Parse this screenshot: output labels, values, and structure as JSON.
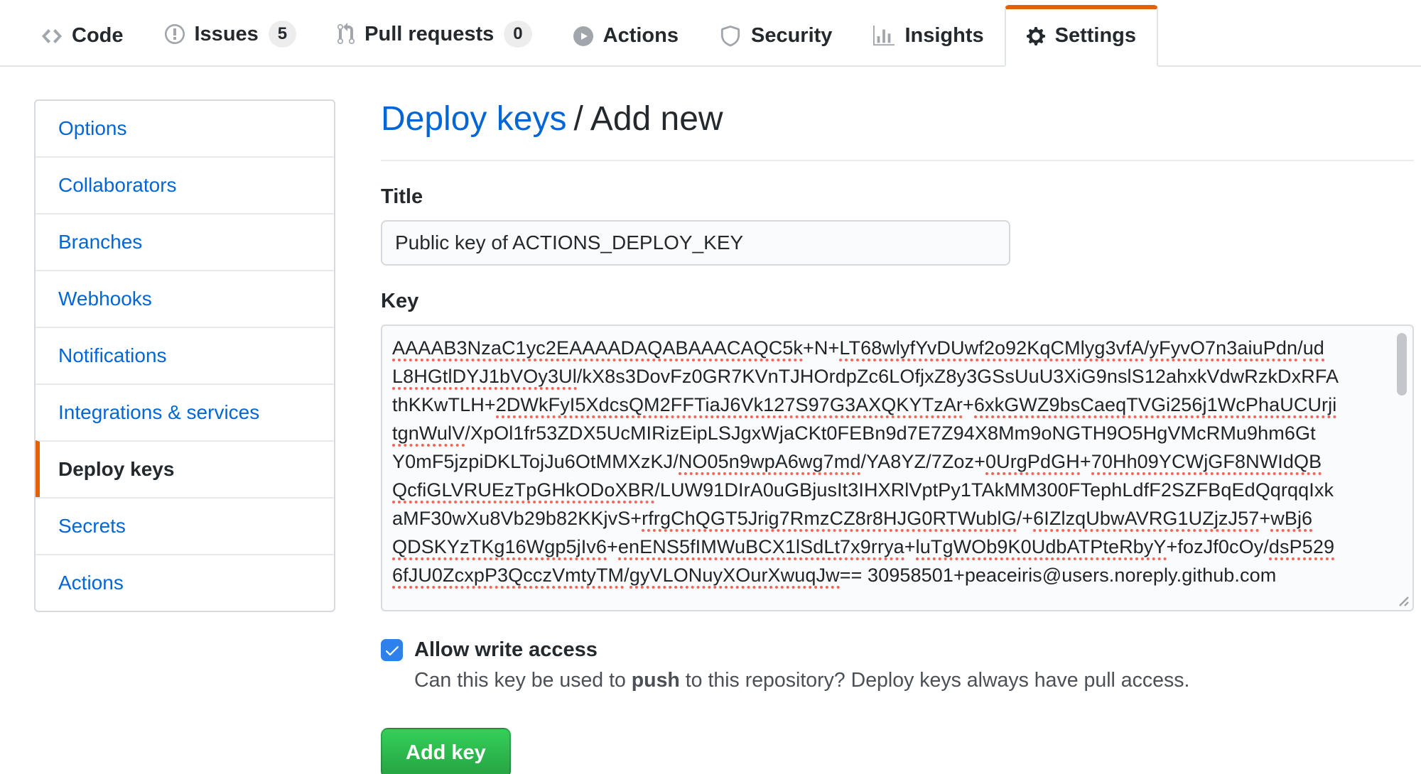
{
  "nav": {
    "tabs": [
      {
        "label": "Code",
        "icon": "code-icon"
      },
      {
        "label": "Issues",
        "icon": "issue-opened-icon",
        "count": "5"
      },
      {
        "label": "Pull requests",
        "icon": "git-pull-request-icon",
        "count": "0"
      },
      {
        "label": "Actions",
        "icon": "play-icon"
      },
      {
        "label": "Security",
        "icon": "shield-icon"
      },
      {
        "label": "Insights",
        "icon": "graph-icon"
      },
      {
        "label": "Settings",
        "icon": "gear-icon",
        "active": true
      }
    ]
  },
  "sidebar": {
    "items": [
      {
        "label": "Options"
      },
      {
        "label": "Collaborators"
      },
      {
        "label": "Branches"
      },
      {
        "label": "Webhooks"
      },
      {
        "label": "Notifications"
      },
      {
        "label": "Integrations & services"
      },
      {
        "label": "Deploy keys",
        "active": true
      },
      {
        "label": "Secrets"
      },
      {
        "label": "Actions"
      }
    ]
  },
  "main": {
    "breadcrumb": {
      "link": "Deploy keys",
      "separator": "/",
      "current": "Add new"
    },
    "title_field": {
      "label": "Title",
      "value": "Public key of ACTIONS_DEPLOY_KEY"
    },
    "key_field": {
      "label": "Key",
      "value": "AAAAB3NzaC1yc2EAAAADAQABAAACAQC5k+N+LT68wlyfYvDUwf2o92KqCMlyg3vfA/yFyvO7n3aiuPdn/udL8HGtlDYJ1bVOy3Ul/kX8s3DovFz0GR7KVnTJHOrdpZc6LOfjxZ8y3GSsUuU3XiG9nslS12ahxkVdwRzkDxRFAthKKwTLH+2DWkFyI5XdcsQM2FFTiaJ6Vk127S97G3AXQKYTzAr+6xkGWZ9bsCaeqTVGi256j1WcPhaUCUrjitgnWulV/XpOl1fr53ZDX5UcMIRizEipLSJgxWjaCKt0FEBn9d7E7Z94X8Mm9oNGTH9O5HgVMcRMu9hm6GtY0mF5jzpiDKLTojJu6OtMMXzKJ/NO05n9wpA6wg7md/YA8YZ/7Zoz+0UrgPdGH+70Hh09YCWjGF8NWIdQBQcfiGLVRUEzTpGHkODoXBR/LUW91DIrA0uGBjusIt3IHXRlVptPy1TAkMM300FTephLdfF2SZFBqEdQqrqqIxkaMF30wXu8Vb29b82KKjvS+rfrgChQGT5Jrig7RmzCZ8r8HJG0RTWublG/+6IZlzqUbwAVRG1UZjzJ57+wBj6QDSKYzTKg16Wgp5jIv6+enENS5fIMWuBCX1lSdLt7x9rrya+luTgWOb9K0UdbATPteRbyY+fozJf0cOy/dsP5296fJU0ZcxpP3QcczVmtyTM/gyVLONuyXOurXwuqJw== 30958501+peaceiris@users.noreply.github.com",
      "lines": [
        [
          {
            "t": "AAAAB3NzaC1yc2EAAAADAQABAAACAQC5k",
            "m": true
          },
          {
            "t": "+N+",
            "m": false
          },
          {
            "t": "LT68wlyfYvDUwf2o92KqCMlyg3vfA",
            "m": true
          },
          {
            "t": "/",
            "m": false
          },
          {
            "t": "yFyvO7n3aiuPdn",
            "m": true
          },
          {
            "t": "/",
            "m": false
          },
          {
            "t": "ud",
            "m": true
          }
        ],
        [
          {
            "t": "L8HGtlDYJ1bVOy3Ul",
            "m": true
          },
          {
            "t": "/kX8s3DovFz0GR7KVnTJHOrdpZc6LOfjxZ8y3GSsUuU3XiG9nslS12ahxkVdwRzkDxRFA",
            "m": false
          }
        ],
        [
          {
            "t": "thKKwTLH+",
            "m": false
          },
          {
            "t": "2DWkFyI5XdcsQM2FFTiaJ6Vk127S97G3AXQKYTzAr",
            "m": true
          },
          {
            "t": "+",
            "m": false
          },
          {
            "t": "6xkGWZ9bsCaeqTVGi256j1WcPhaUCUrji",
            "m": true
          }
        ],
        [
          {
            "t": "tgnWulV",
            "m": true
          },
          {
            "t": "/XpOl1fr53ZDX5UcMIRizEipLSJgxWjaCKt0FEBn9d7E7Z94X8Mm9oNGTH9O5HgVMcRMu9hm6Gt",
            "m": false
          }
        ],
        [
          {
            "t": "Y0mF5jzpiDKLTojJu6OtMMXzKJ/",
            "m": false
          },
          {
            "t": "NO05n9wpA6wg7md",
            "m": true
          },
          {
            "t": "/YA8YZ/7Zoz+",
            "m": false
          },
          {
            "t": "0UrgPdGH",
            "m": true
          },
          {
            "t": "+",
            "m": false
          },
          {
            "t": "70Hh09YCWjGF8NWIdQB",
            "m": true
          }
        ],
        [
          {
            "t": "QcfiGLVRUEzTpGHkODoXBR",
            "m": true
          },
          {
            "t": "/LUW91DIrA0uGBjusIt3IHXRlVptPy1TAkMM300FTephLdfF2SZFBqEdQqrqqIxk",
            "m": false
          }
        ],
        [
          {
            "t": "aMF30wXu8Vb29b82KKjvS+",
            "m": false
          },
          {
            "t": "rfrgChQGT5Jrig7RmzCZ8r8HJG0RTWublG",
            "m": true
          },
          {
            "t": "/+",
            "m": false
          },
          {
            "t": "6IZlzqUbwAVRG1UZjzJ57",
            "m": true
          },
          {
            "t": "+",
            "m": false
          },
          {
            "t": "wBj6",
            "m": true
          }
        ],
        [
          {
            "t": "QDSKYzTKg16Wgp5jIv6",
            "m": true
          },
          {
            "t": "+",
            "m": false
          },
          {
            "t": "enENS5fIMWuBCX1lSdLt7x9rrya",
            "m": true
          },
          {
            "t": "+",
            "m": false
          },
          {
            "t": "luTgWOb9K0UdbATPteRbyY",
            "m": true
          },
          {
            "t": "+fozJf0cOy/",
            "m": false
          },
          {
            "t": "dsP529",
            "m": true
          }
        ],
        [
          {
            "t": "6fJU0ZcxpP3QcczVmtyTM",
            "m": true
          },
          {
            "t": "/",
            "m": false
          },
          {
            "t": "gyVLONuyXOurXwuqJw",
            "m": true
          },
          {
            "t": "== 30958501+peaceiris@users.noreply.github.com",
            "m": false
          }
        ]
      ]
    },
    "write_access": {
      "label": "Allow write access",
      "checked": true,
      "note_prefix": "Can this key be used to ",
      "note_bold": "push",
      "note_suffix": " to this repository? Deploy keys always have pull access."
    },
    "submit": {
      "label": "Add key"
    }
  },
  "colors": {
    "accent_orange": "#e36209",
    "link_blue": "#0366d6",
    "button_green": "#28a745",
    "checkbox_blue": "#2e80ea",
    "misspell_red": "#f7655c",
    "border_gray": "#e1e4e8"
  }
}
